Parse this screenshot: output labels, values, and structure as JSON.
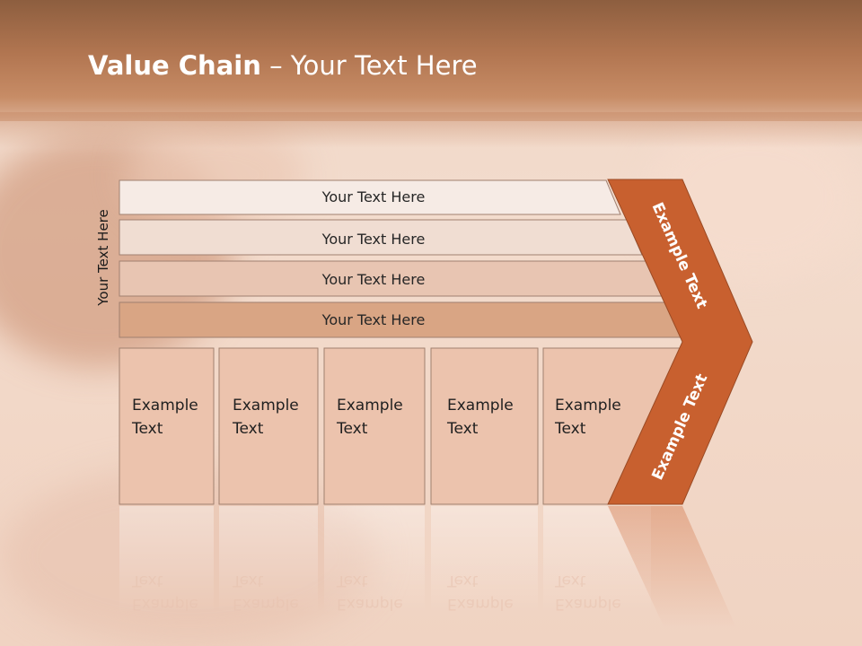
{
  "slide": {
    "title_bold": "Value Chain",
    "title_rest": " – Your Text Here",
    "side_label": "Your Text Here",
    "rows": [
      {
        "label": "Your Text Here"
      },
      {
        "label": "Your Text Here"
      },
      {
        "label": "Your Text Here"
      },
      {
        "label": "Your Text Here"
      }
    ],
    "boxes": [
      {
        "line1": "Example",
        "line2": "Text"
      },
      {
        "line1": "Example",
        "line2": "Text"
      },
      {
        "line1": "Example",
        "line2": "Text"
      },
      {
        "line1": "Example",
        "line2": "Text"
      },
      {
        "line1": "Example",
        "line2": "Text"
      }
    ],
    "arrow_top_label": "Example Text",
    "arrow_bottom_label": "Example Text"
  },
  "colors": {
    "accent": "#c8602f",
    "row1": "#f6ebe5",
    "row2": "#f0ddd2",
    "row3": "#e8c5b2",
    "row4": "#d9a584",
    "box": "#ecc3ad"
  }
}
